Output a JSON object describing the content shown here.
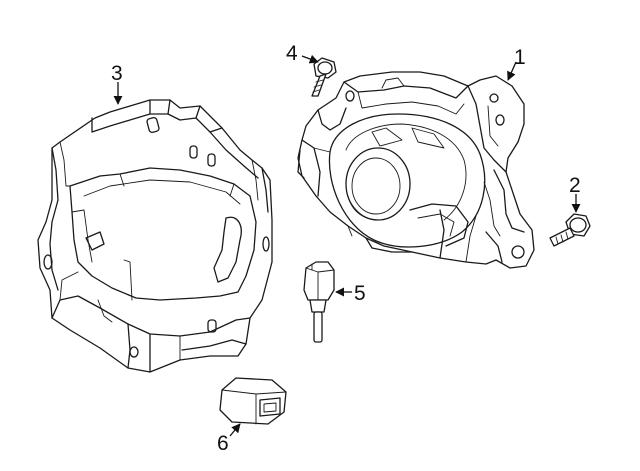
{
  "colors": {
    "line": "#1a1a1a",
    "background": "#ffffff"
  },
  "callouts": {
    "c1": "1",
    "c2": "2",
    "c3": "3",
    "c4": "4",
    "c5": "5",
    "c6": "6"
  }
}
